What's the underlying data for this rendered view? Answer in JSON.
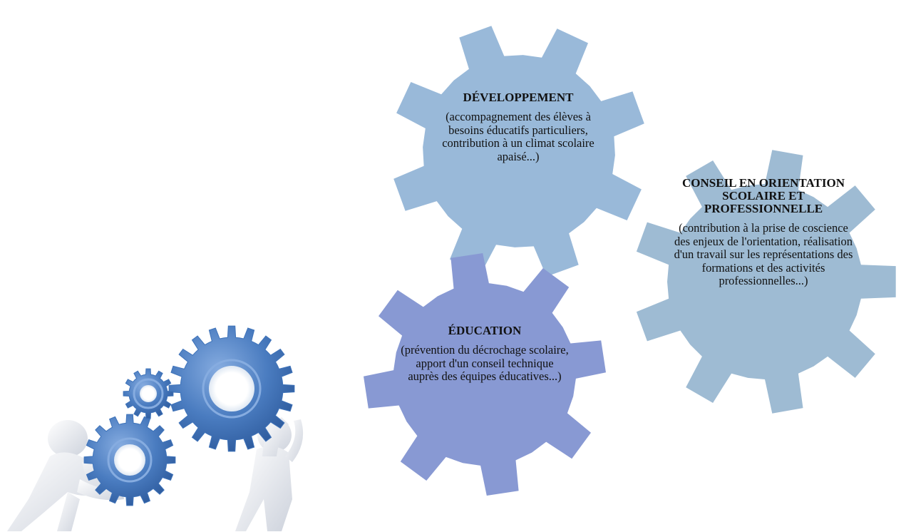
{
  "colors": {
    "gear_development": "#99b9d9",
    "gear_education": "#8899d3",
    "gear_conseil": "#9ebbd3",
    "illustration_gear": "#3f73b9",
    "illustration_gear_light": "#86ace0",
    "figure_body": "#eceef3"
  },
  "gears": {
    "development": {
      "title": "DÉVELOPPEMENT",
      "body": "(accompagnement des élèves à besoins éducatifs particuliers, contribution à un climat scolaire apaisé...)"
    },
    "education": {
      "title": "ÉDUCATION",
      "body": "(prévention du décrochage scolaire, apport d'un conseil technique auprès des équipes éducatives...)"
    },
    "conseil": {
      "title": "CONSEIL EN ORIENTATION SCOLAIRE ET PROFESSIONNELLE",
      "body": "(contribution à la prise de coscience des enjeux de l'orientation, réalisation d'un travail sur les représentations des formations et des activités professionnelles...)"
    }
  },
  "illustration": {
    "icon": "people-pushing-gears-icon"
  }
}
